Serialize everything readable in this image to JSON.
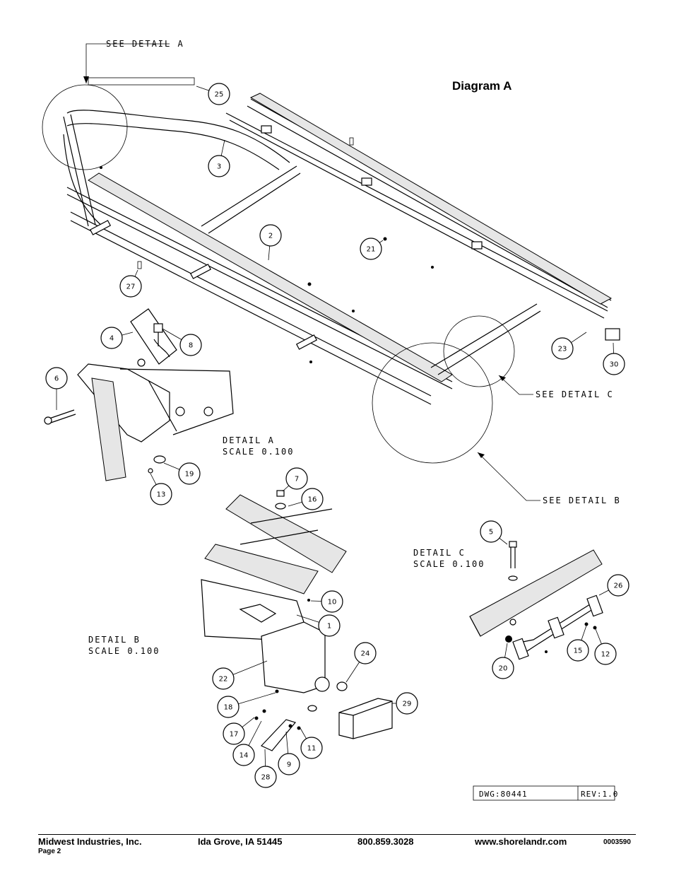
{
  "diagram": {
    "title": "Diagram A",
    "callouts": {
      "see_detail_a": "SEE DETAIL  A",
      "see_detail_b": "SEE DETAIL  B",
      "see_detail_c": "SEE DETAIL  C"
    },
    "detail_a": {
      "name": "DETAIL  A",
      "scale": "SCALE  0.100"
    },
    "detail_b": {
      "name": "DETAIL  B",
      "scale": "SCALE  0.100"
    },
    "detail_c": {
      "name": "DETAIL  C",
      "scale": "SCALE  0.100"
    },
    "part_numbers": [
      "25",
      "3",
      "2",
      "21",
      "27",
      "4",
      "8",
      "6",
      "19",
      "13",
      "23",
      "30",
      "7",
      "16",
      "10",
      "1",
      "22",
      "24",
      "29",
      "18",
      "17",
      "14",
      "28",
      "9",
      "11",
      "5",
      "26",
      "20",
      "15",
      "12"
    ],
    "title_block": {
      "dwg": "DWG:80441",
      "rev": "REV:1.0"
    }
  },
  "footer": {
    "company": "Midwest Industries, Inc.",
    "page": "Page 2",
    "location": "Ida Grove, IA  51445",
    "phone": "800.859.3028",
    "website": "www.shorelandr.com",
    "doc_number": "0003590"
  }
}
